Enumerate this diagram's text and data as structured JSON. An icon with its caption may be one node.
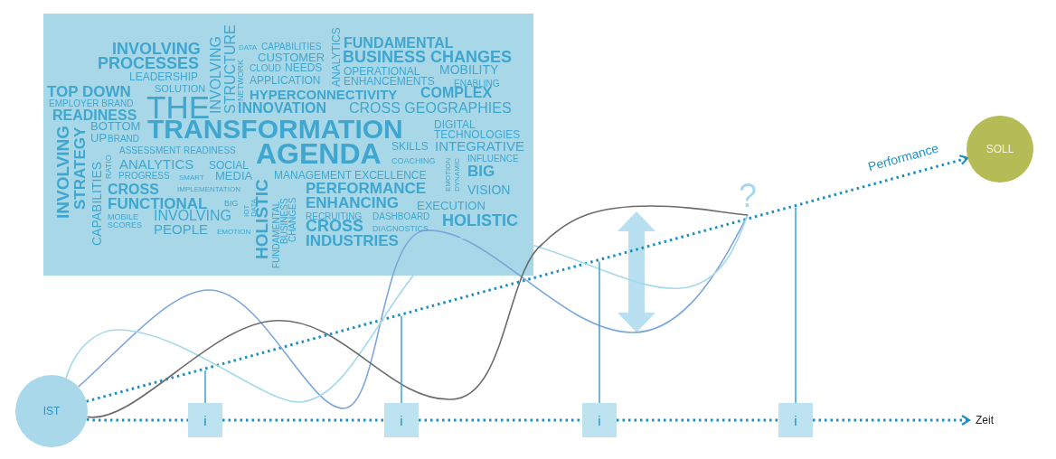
{
  "diagram": {
    "nodes": [
      {
        "text": [
          "IST"
        ]
      },
      {
        "text": [
          "SOLL"
        ]
      },
      {
        "text": [
          "i"
        ]
      },
      {
        "text": [
          "i"
        ]
      },
      {
        "text": [
          "i"
        ]
      },
      {
        "text": [
          "i"
        ]
      },
      {
        "text": [
          "Zeit"
        ]
      },
      {
        "text": [
          "?"
        ]
      }
    ],
    "edges": [
      {
        "from": 0,
        "to": 1,
        "arrow": "to",
        "style": "dashed",
        "label": "Performance"
      },
      {
        "from": 0,
        "to": 7,
        "arrow": "none",
        "color": "#7ba6dc"
      },
      {
        "from": 0,
        "to": 7,
        "arrow": "none",
        "color": "#a6d9ec"
      },
      {
        "from": 0,
        "to": 7,
        "arrow": "none",
        "color": "#6b6b6b"
      },
      {
        "from": 0,
        "to": 2,
        "arrow": "none",
        "style": "dashed"
      },
      {
        "from": 2,
        "to": 3,
        "arrow": "none",
        "style": "dashed"
      },
      {
        "from": 3,
        "to": 4,
        "arrow": "none",
        "style": "dashed"
      },
      {
        "from": 4,
        "to": 5,
        "arrow": "none",
        "style": "dashed"
      },
      {
        "from": 5,
        "to": 6,
        "arrow": "to",
        "style": "dashed"
      },
      {
        "from": 2,
        "to": null,
        "arrow": "none"
      },
      {
        "from": 3,
        "to": null,
        "arrow": "none"
      },
      {
        "from": 4,
        "to": null,
        "arrow": "none"
      },
      {
        "from": 5,
        "to": null,
        "arrow": "none"
      }
    ],
    "labels": [
      "INVOLVING",
      "PROCESSES",
      "LEADERSHIP",
      "TOP DOWN",
      "SOLUTION",
      "EMPLOYER BRAND",
      "READINESS",
      "THE",
      "TRANSFORMATION",
      "AGENDA",
      "INVOLVING",
      "STRUCTURE",
      "NETWORK",
      "DATA",
      "CAPABILITIES",
      "CUSTOMER",
      "CLOUD",
      "NEEDS",
      "APPLICATION",
      "ANALYTICS",
      "FUNDAMENTAL",
      "BUSINESS CHANGES",
      "OPERATIONAL",
      "MOBILITY",
      "ENHANCEMENTS",
      "ENABLING",
      "HYPERCONNECTIVITY",
      "COMPLEX",
      "INNOVATION",
      "CROSS GEOGRAPHIES",
      "BOTTOM",
      "UP",
      "BRAND",
      "DIGITAL",
      "TECHNOLOGIES",
      "SKILLS",
      "INTEGRATIVE",
      "INVOLVING",
      "STRATEGY",
      "CAPABILITIES",
      "RATIO",
      "ASSESSMENT READINESS",
      "ANALYTICS",
      "SOCIAL",
      "PROGRESS",
      "SMART",
      "MEDIA",
      "COACHING",
      "EMOTION",
      "DYNAMIC",
      "INFLUENCE",
      "BIG",
      "HOLISTIC",
      "MANAGEMENT EXCELLENCE",
      "CROSS",
      "IMPLEMENTATION",
      "FUNCTIONAL",
      "BIG",
      "IOT",
      "DATA",
      "FUNDAMENTAL",
      "BUSINESS",
      "CHANGES",
      "PERFORMANCE",
      "VISION",
      "ENHANCING",
      "EXECUTION",
      "MOBILE",
      "SCORES",
      "INVOLVING",
      "PEOPLE",
      "EMOTION",
      "RECRUITING",
      "DASHBOARD",
      "CROSS",
      "DIAGNOSTICS",
      "HOLISTIC",
      "INDUSTRIES"
    ]
  }
}
